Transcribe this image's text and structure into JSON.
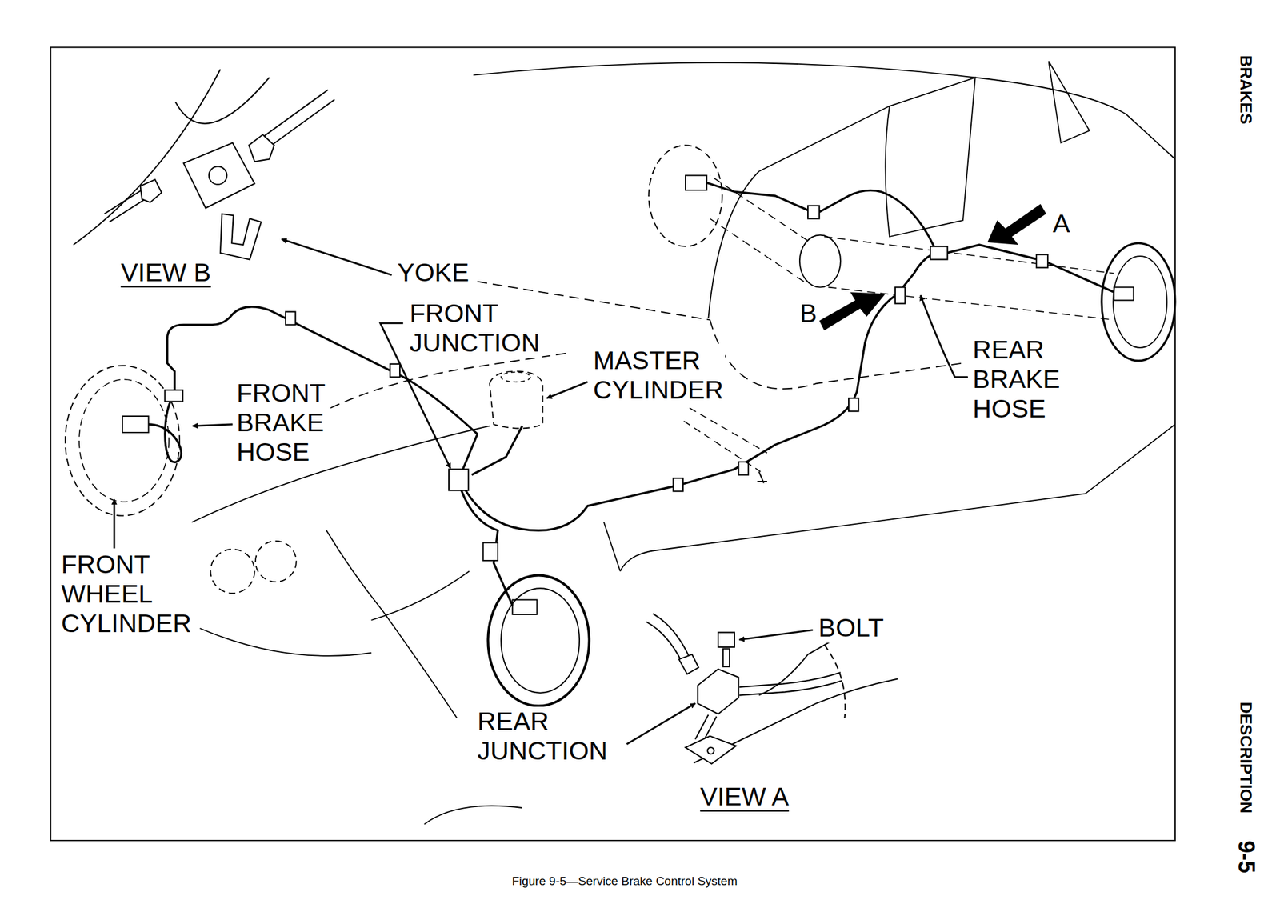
{
  "diagram": {
    "caption": "Figure 9-5—Service Brake Control System",
    "labels": [
      "VIEW B",
      "YOKE",
      "FRONT JUNCTION",
      "A",
      "MASTER CYLINDER",
      "FRONT BRAKE HOSE",
      "B",
      "REAR BRAKE HOSE",
      "FRONT WHEEL CYLINDER",
      "BOLT",
      "REAR JUNCTION",
      "VIEW A",
      "BRAKES",
      "DESCRIPTION",
      "9-5"
    ]
  }
}
